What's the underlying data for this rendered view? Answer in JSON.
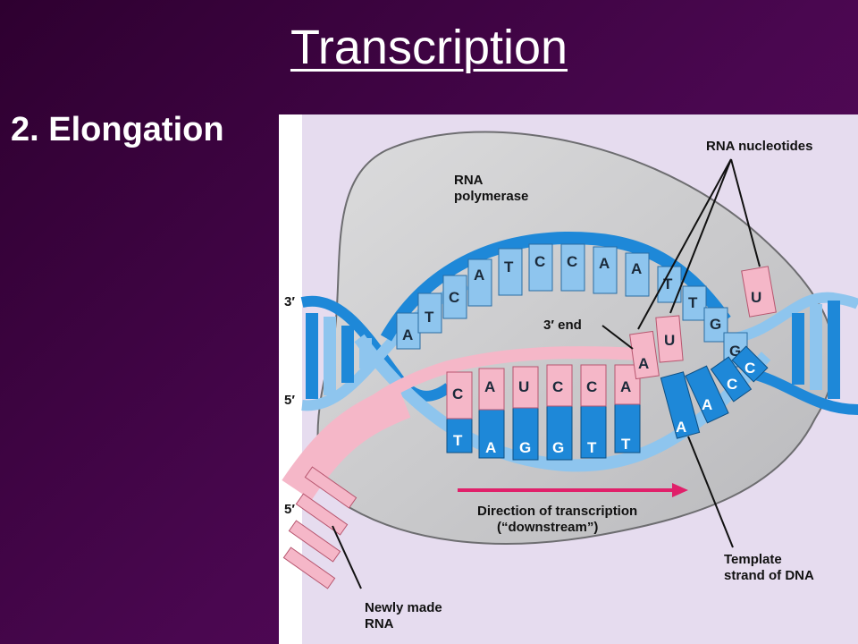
{
  "slide": {
    "title": "Transcription",
    "subtitle": "2.  Elongation"
  },
  "diagram": {
    "labels": {
      "rna_polymerase_line1": "RNA",
      "rna_polymerase_line2": "polymerase",
      "rna_nucleotides": "RNA nucleotides",
      "three_prime_end": "3′ end",
      "direction_line1": "Direction of transcription",
      "direction_line2": "(“downstream”)",
      "template_line1": "Template",
      "template_line2": "strand of DNA",
      "newly_made_line1": "Newly made",
      "newly_made_line2": "RNA",
      "end_3prime_left": "3′",
      "end_5prime_left": "5′",
      "end_5prime_rna": "5′"
    },
    "coding_strand_bases": [
      "A",
      "T",
      "C",
      "A",
      "T",
      "C",
      "C",
      "A",
      "A",
      "T",
      "T",
      "G",
      "G"
    ],
    "template_strand_bases": [
      "T",
      "A",
      "G",
      "G",
      "T",
      "T",
      "A",
      "A",
      "C",
      "C"
    ],
    "rna_bases": [
      "C",
      "A",
      "U",
      "C",
      "C",
      "A"
    ],
    "incoming_nucleotides": [
      "A",
      "U",
      "U"
    ],
    "colors": {
      "background": "#4a0750",
      "figure_bg": "#e6dcef",
      "polymerase": "#c9c9cb",
      "dna_coding": "#8ec5ee",
      "dna_template": "#1e88d8",
      "rna": "#f5b7c8",
      "arrow": "#e0206a"
    }
  }
}
